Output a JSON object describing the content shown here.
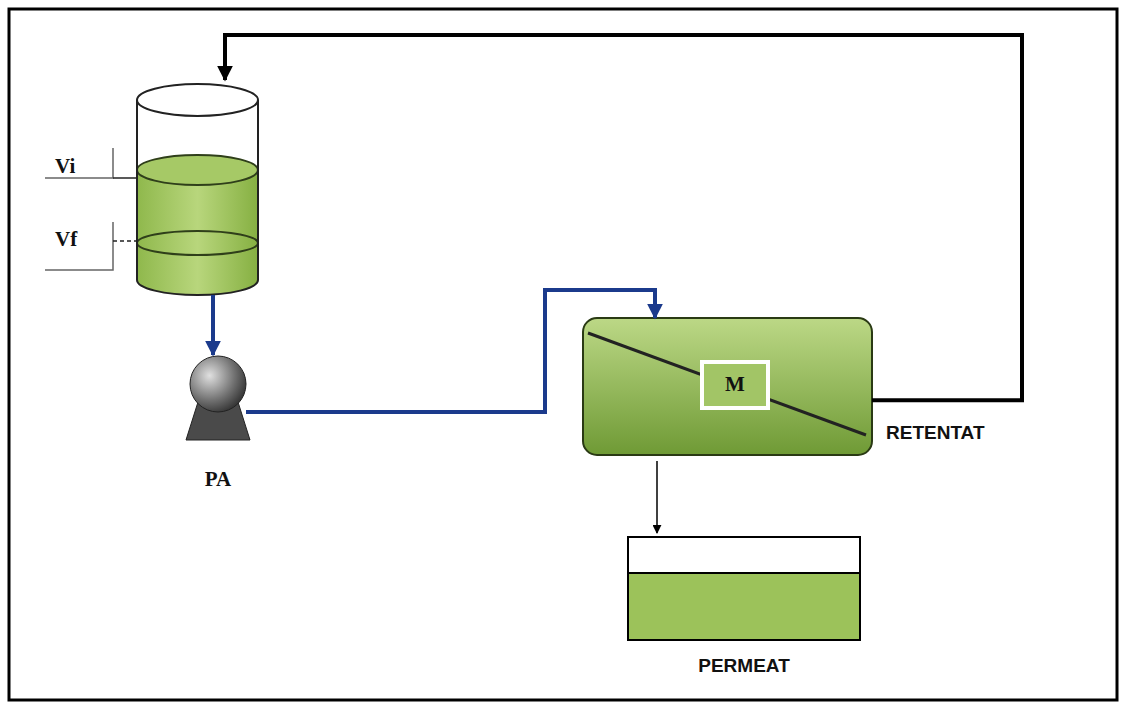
{
  "diagram": {
    "nodes": [
      {
        "text": [
          "Vi",
          "Vf"
        ]
      },
      {
        "text": [
          "PA"
        ]
      },
      {
        "text": [
          "M"
        ]
      },
      {
        "text": [
          "PERMEAT"
        ]
      }
    ],
    "edges": [
      {
        "from": 0,
        "to": 1,
        "arrow": "to"
      },
      {
        "from": 1,
        "to": 2,
        "arrow": "to"
      },
      {
        "from": 2,
        "to": 0,
        "label": "RETENTAT",
        "arrow": "to"
      },
      {
        "from": 2,
        "to": 3,
        "arrow": "to"
      }
    ]
  }
}
